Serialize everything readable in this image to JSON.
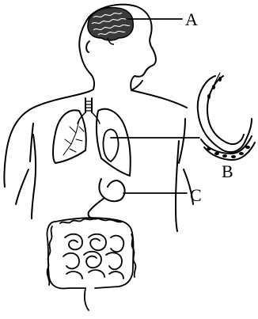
{
  "diagram": {
    "labels": {
      "A": "A",
      "B": "B",
      "C": "C"
    },
    "colors": {
      "ink": "#000000",
      "background": "#ffffff"
    }
  }
}
